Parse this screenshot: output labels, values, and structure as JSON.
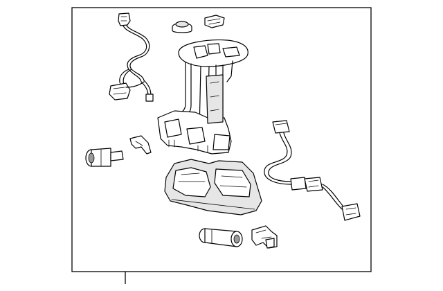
{
  "diagram": {
    "colors": {
      "line": "#000000",
      "background": "#ffffff",
      "shade": "#e6e6e6",
      "dark_shade": "#9a9a9a"
    },
    "parts": [
      {
        "name": "sending-unit-wire-harness",
        "icon": "wire-harness-icon"
      },
      {
        "name": "grommet",
        "icon": "grommet-icon"
      },
      {
        "name": "clip",
        "icon": "clip-icon"
      },
      {
        "name": "fuel-pump-module",
        "icon": "pump-module-icon"
      },
      {
        "name": "retainer-bracket",
        "icon": "bracket-icon"
      },
      {
        "name": "fuel-filter",
        "icon": "filter-icon"
      },
      {
        "name": "pump-wire-harness",
        "icon": "wire-harness-icon"
      },
      {
        "name": "fuel-tank-housing",
        "icon": "housing-icon"
      },
      {
        "name": "fuel-pump",
        "icon": "pump-icon"
      },
      {
        "name": "lock-clip",
        "icon": "lock-clip-icon"
      }
    ]
  }
}
